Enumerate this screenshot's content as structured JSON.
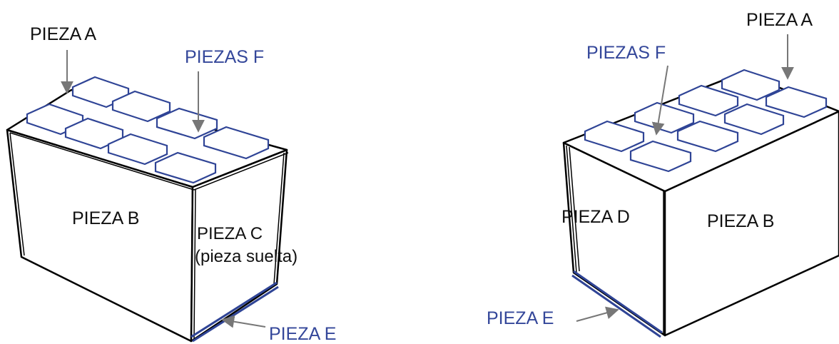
{
  "colors": {
    "outline": "#000000",
    "tile_stroke": "#2f4496",
    "tile_fill": "#ffffff",
    "arrow": "#777777",
    "text_black": "#111111",
    "text_blue": "#34479a"
  },
  "left_block": {
    "label_a": "PIEZA A",
    "label_f": "PIEZAS F",
    "label_b": "PIEZA B",
    "label_c_line1": "PIEZA C",
    "label_c_line2": "(pieza suelta)",
    "label_e": "PIEZA E"
  },
  "right_block": {
    "label_a": "PIEZA A",
    "label_f": "PIEZAS F",
    "label_d": "PIEZA D",
    "label_b": "PIEZA B",
    "label_e": "PIEZA E"
  }
}
